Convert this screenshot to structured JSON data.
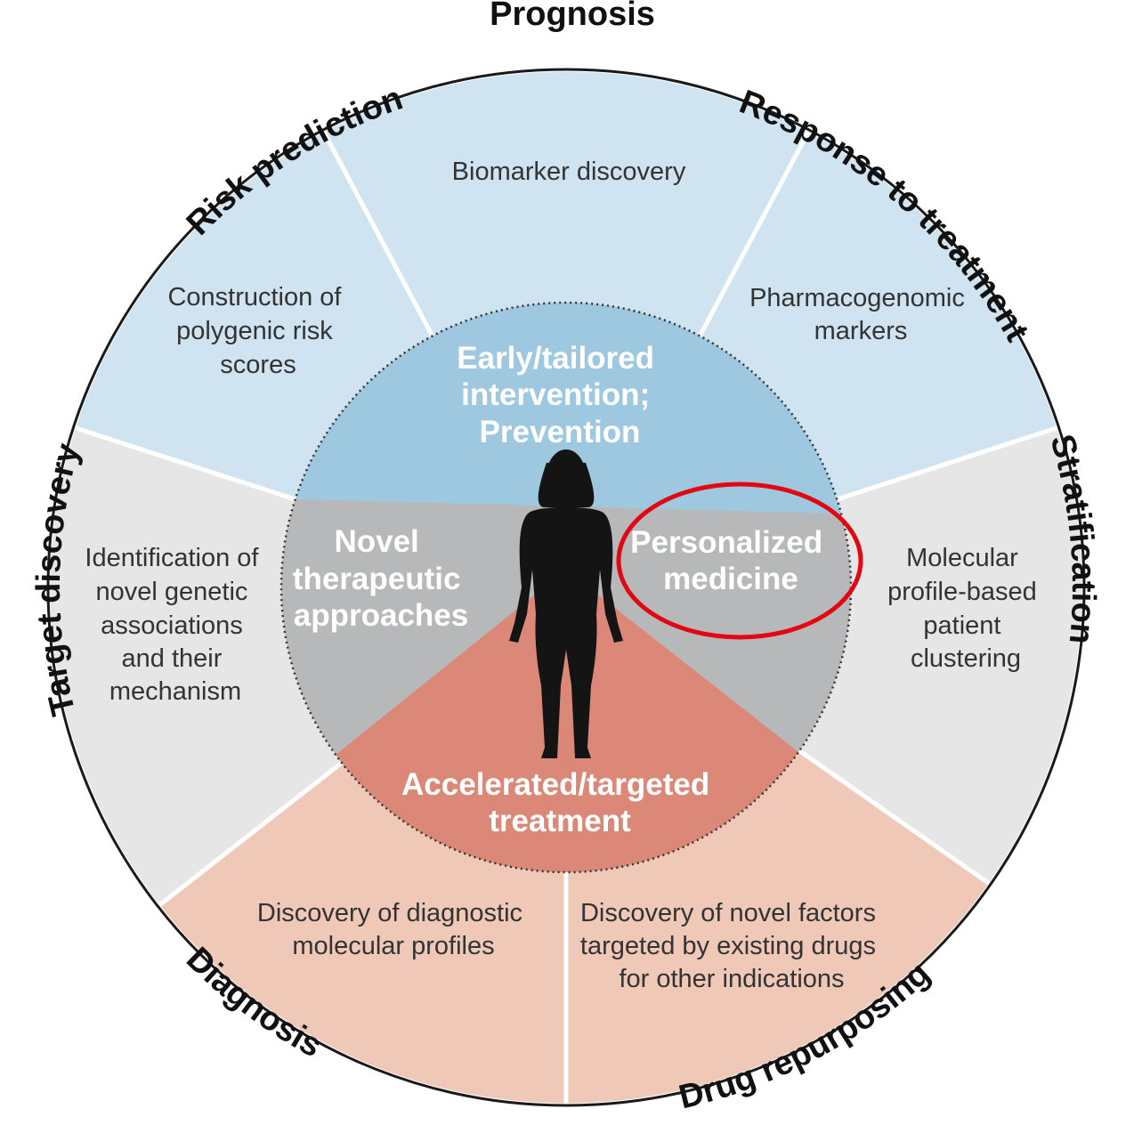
{
  "colors": {
    "blue_outer": "#cfe4f0",
    "gray_outer": "#e6e6e6",
    "salmon_outer": "#efc8b7",
    "blue_inner": "#9ec8e0",
    "gray_inner": "#b6b8ba",
    "red_inner": "#db8878",
    "ring_border": "#1a1a1a",
    "highlight": "#e30613"
  },
  "outer_labels": {
    "prognosis": "Prognosis",
    "response": "Response to treatment",
    "stratification": "Stratification",
    "drug_repurposing": "Drug repurposing",
    "diagnosis": "Diagnosis",
    "target_discovery": "Target discovery",
    "risk_prediction": "Risk prediction"
  },
  "segments": {
    "prognosis": [
      "Biomarker discovery"
    ],
    "response": [
      "Pharmacogenomic",
      "markers"
    ],
    "stratification": [
      "Molecular",
      "profile-based",
      "patient",
      "clustering"
    ],
    "drug_repurposing": [
      "Discovery of novel factors",
      "targeted by existing drugs",
      "for other indications"
    ],
    "diagnosis": [
      "Discovery of diagnostic",
      "molecular profiles"
    ],
    "target_discovery": [
      "Identification of",
      "novel genetic",
      "associations",
      "and their",
      "mechanism"
    ],
    "risk_prediction": [
      "Construction of",
      "polygenic risk",
      "scores"
    ]
  },
  "inner": {
    "top": [
      "Early/tailored",
      "intervention;",
      "Prevention"
    ],
    "left": [
      "Novel",
      "therapeutic",
      "approaches"
    ],
    "right": [
      "Personalized",
      "medicine"
    ],
    "bottom": [
      "Accelerated/targeted",
      "treatment"
    ]
  },
  "icons": {
    "figure": "human-silhouette-icon"
  }
}
